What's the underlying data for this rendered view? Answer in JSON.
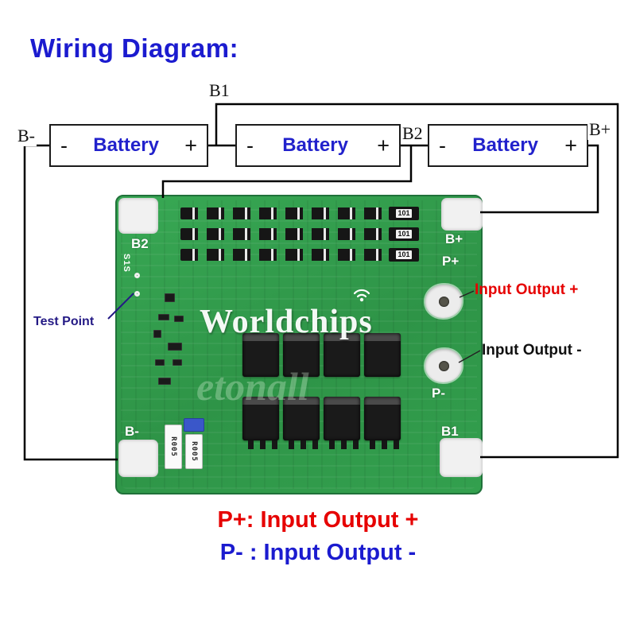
{
  "title": "Wiring Diagram:",
  "batteries": [
    {
      "minus": "-",
      "label": "Battery",
      "plus": "+"
    },
    {
      "minus": "-",
      "label": "Battery",
      "plus": "+"
    },
    {
      "minus": "-",
      "label": "Battery",
      "plus": "+"
    }
  ],
  "wire_labels": {
    "b_minus": "B-",
    "b1": "B1",
    "b2": "B2",
    "b_plus": "B+"
  },
  "pcb": {
    "pads": {
      "b2": "B2",
      "b_plus": "B+",
      "b_minus": "B-",
      "b1": "B1"
    },
    "terminals": {
      "p_plus": "P+",
      "p_minus": "P-"
    },
    "silkscreen": {
      "s1s": "S1S",
      "resistor": "R005",
      "ic_chip": "101"
    },
    "watermark_primary": "Worldchips",
    "watermark_secondary": "etonall"
  },
  "annotations": {
    "test_point": "Test Point",
    "input_output_plus": "Input Output +",
    "input_output_minus": "Input Output -"
  },
  "legend": {
    "p_plus_line": "P+: Input Output +",
    "p_minus_line": "P- : Input Output -"
  },
  "colors": {
    "title_blue": "#1b1bcf",
    "battery_blue": "#2222cc",
    "legend_red": "#e60000",
    "legend_blue": "#1b1bcf",
    "annotation_navy": "#241a85",
    "pcb_green": "#2e9447",
    "wire_black": "#000000"
  }
}
